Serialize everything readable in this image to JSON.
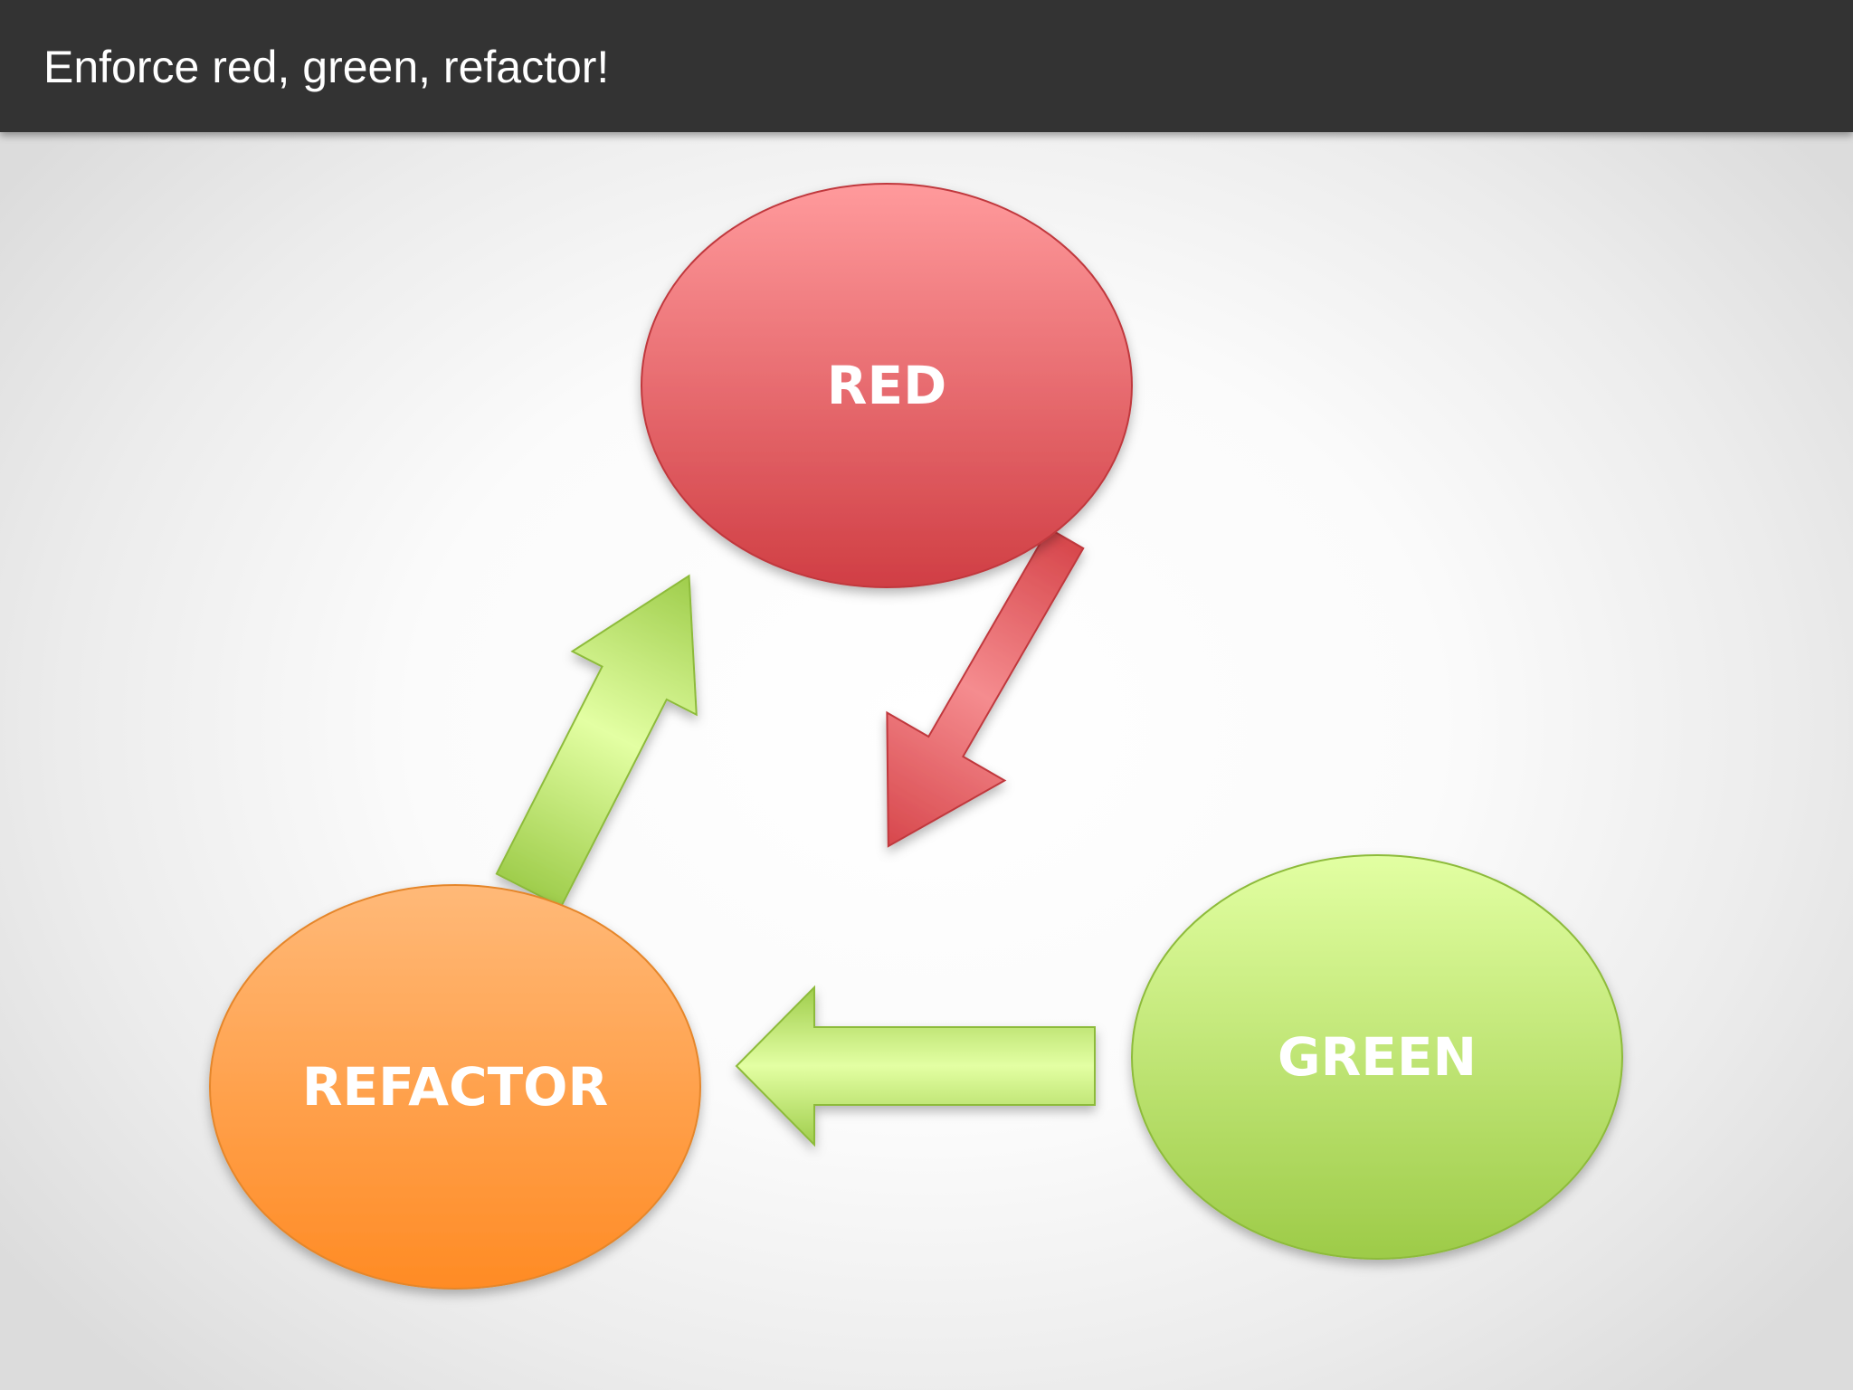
{
  "slide": {
    "title": "Enforce red, green, refactor!"
  },
  "diagram": {
    "nodes": [
      {
        "id": "red",
        "label": "RED",
        "color": "#e05a5f"
      },
      {
        "id": "green",
        "label": "GREEN",
        "color": "#b5db6a"
      },
      {
        "id": "refactor",
        "label": "REFACTOR",
        "color": "#ff9a3c"
      }
    ],
    "edges": [
      {
        "from": "red",
        "to": "green",
        "color": "#e05a5f"
      },
      {
        "from": "green",
        "to": "refactor",
        "color": "#b5db6a"
      },
      {
        "from": "refactor",
        "to": "red",
        "color": "#b5db6a"
      }
    ]
  }
}
